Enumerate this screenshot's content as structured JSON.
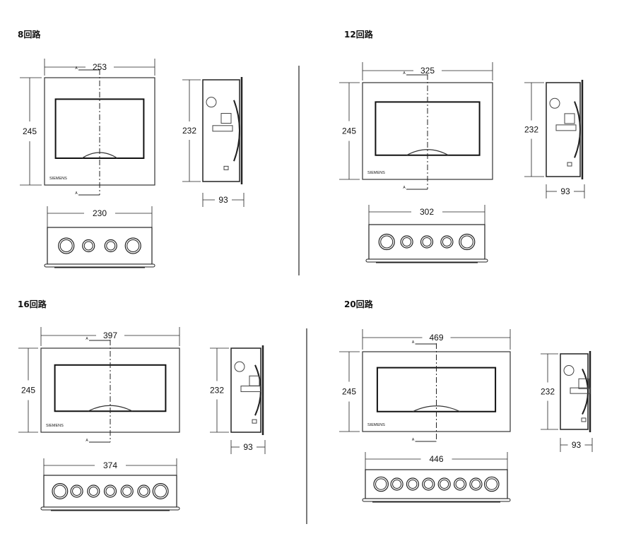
{
  "brand": "SIEMENS",
  "section_marker": "A",
  "panels": [
    {
      "title": "8回路",
      "width": "253",
      "height": "245",
      "side_height": "232",
      "depth": "93",
      "bottom_width": "230",
      "holes": 4
    },
    {
      "title": "12回路",
      "width": "325",
      "height": "245",
      "side_height": "232",
      "depth": "93",
      "bottom_width": "302",
      "holes": 5
    },
    {
      "title": "16回路",
      "width": "397",
      "height": "245",
      "side_height": "232",
      "depth": "93",
      "bottom_width": "374",
      "holes": 7
    },
    {
      "title": "20回路",
      "width": "469",
      "height": "245",
      "side_height": "232",
      "depth": "93",
      "bottom_width": "446",
      "holes": 8
    }
  ]
}
